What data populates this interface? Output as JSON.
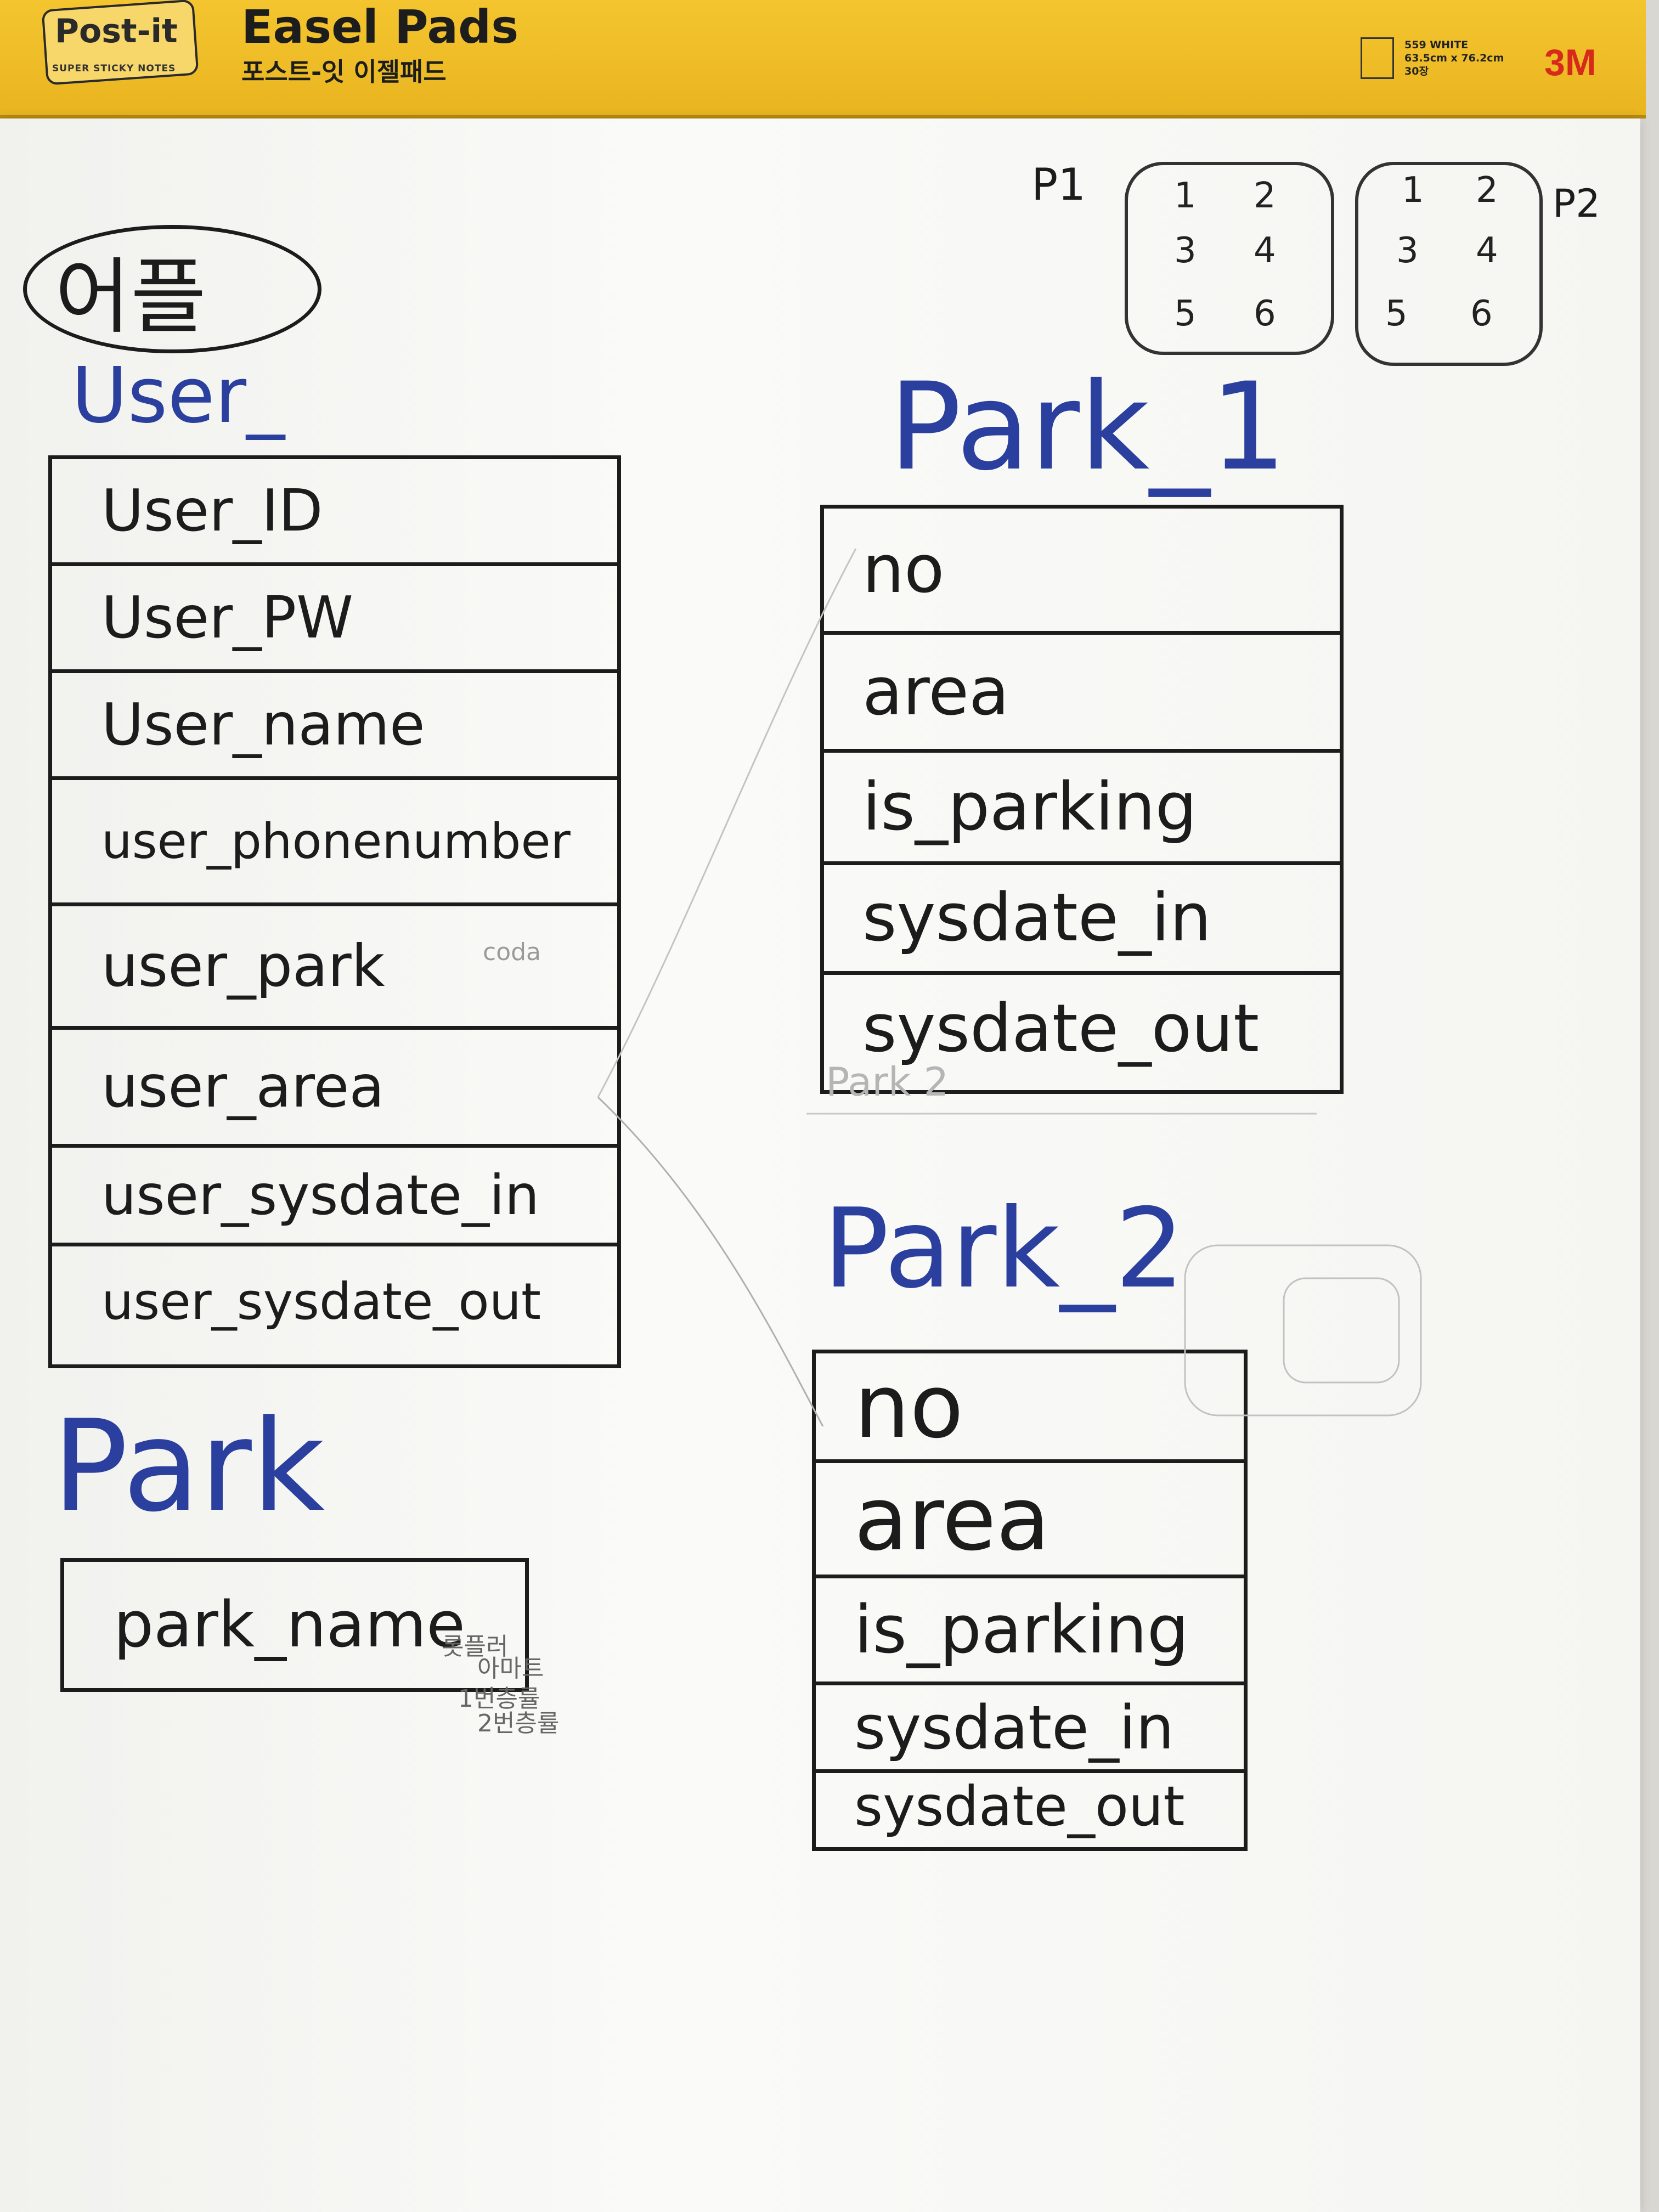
{
  "header": {
    "logo": "Post-it",
    "logo_subtitle": "SUPER STICKY NOTES",
    "product_name": "Easel Pads",
    "product_name_kr": "포스트-잇 이젤패드",
    "spec_line1": "559 WHITE",
    "spec_line2": "63.5cm x 76.2cm",
    "spec_line3": "30장",
    "brand": "3M"
  },
  "title": "어플",
  "legend": {
    "p1_label": "P1",
    "p2_label": "P2",
    "p1_cells": [
      "1",
      "2",
      "3",
      "4",
      "5",
      "6"
    ],
    "p2_cells": [
      "1",
      "2",
      "3",
      "4",
      "5",
      "6"
    ]
  },
  "entities": {
    "user": {
      "name": "User_",
      "fields": [
        "User_ID",
        "User_PW",
        "User_name",
        "user_phonenumber",
        "user_park",
        "user_area",
        "user_sysdate_in",
        "user_sysdate_out"
      ]
    },
    "park_1": {
      "name": "Park_1",
      "fields": [
        "no",
        "area",
        "is_parking",
        "sysdate_in",
        "sysdate_out"
      ]
    },
    "park_2": {
      "name": "Park_2",
      "fields": [
        "no",
        "area",
        "is_parking",
        "sysdate_in",
        "sysdate_out"
      ]
    },
    "park": {
      "name": "Park",
      "fields": [
        "park_name"
      ]
    }
  },
  "notes": {
    "park_name_note1": "롯플러",
    "park_name_note2": "아마트",
    "park_name_note3": "1번층률",
    "park_name_note4": "2번층률",
    "park_2_faint": "Park 2",
    "user_park_faint": "coda"
  },
  "colors": {
    "ink_black": "#1c1c1c",
    "ink_blue": "#2b3f9e",
    "pad_yellow": "#f4c52f",
    "brand_red": "#d82a1a"
  }
}
